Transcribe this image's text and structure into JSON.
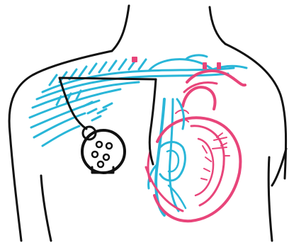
{
  "colors": {
    "background": "#ffffff",
    "outline": "#111111",
    "venous_blue": "#29b6d8",
    "arterial_pink": "#e8457a",
    "lead_wire": "#111111"
  },
  "parts": [
    {
      "key": "torso",
      "icon": "torso-outline"
    },
    {
      "key": "veins",
      "icon": "subclavian-vein-network"
    },
    {
      "key": "heart",
      "icon": "heart-cross-section"
    },
    {
      "key": "wire",
      "icon": "pacing-lead"
    },
    {
      "key": "device",
      "icon": "implanted-pulse-generator"
    }
  ]
}
